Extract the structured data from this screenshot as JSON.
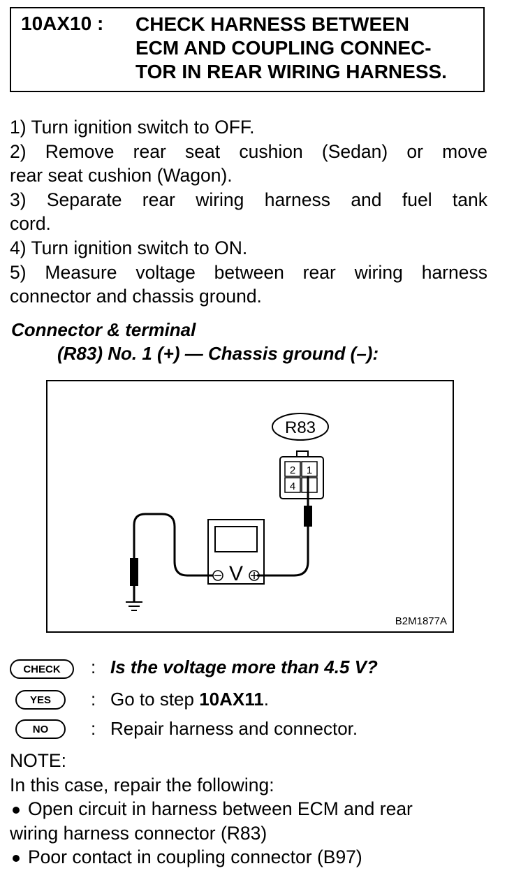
{
  "header": {
    "code": "10AX10 :",
    "title_lines": [
      "CHECK HARNESS BETWEEN",
      "ECM AND COUPLING CONNEC-",
      "TOR IN REAR WIRING HARNESS."
    ]
  },
  "steps": [
    "1) Turn ignition switch to OFF.",
    "2) Remove rear seat cushion (Sedan) or move",
    "rear seat cushion (Wagon).",
    "3) Separate rear wiring harness and fuel tank",
    "cord.",
    "4) Turn ignition switch to ON.",
    "5) Measure voltage between rear wiring harness",
    "connector and chassis ground."
  ],
  "connector": {
    "title": "Connector & terminal",
    "spec": "(R83) No. 1 (+) — Chassis ground (–):"
  },
  "figure": {
    "connector_label": "R83",
    "terminals": [
      "2",
      "1",
      "4"
    ],
    "meter_symbol": "V",
    "figure_id": "B2M1877A"
  },
  "checks": {
    "check_badge": "CHECK",
    "check_text": "Is the voltage more than 4.5 V?",
    "yes_badge": "YES",
    "yes_prefix": "Go to step ",
    "yes_step": "10AX11",
    "yes_suffix": ".",
    "no_badge": "NO",
    "no_text": "Repair harness and connector.",
    "colon": ":"
  },
  "note": {
    "label": "NOTE:",
    "intro": "In this case, repair the following:",
    "bullet1_line1": "Open circuit in harness between ECM and rear",
    "bullet1_line2": "wiring harness connector (R83)",
    "bullet2": "Poor contact in coupling connector (B97)"
  }
}
